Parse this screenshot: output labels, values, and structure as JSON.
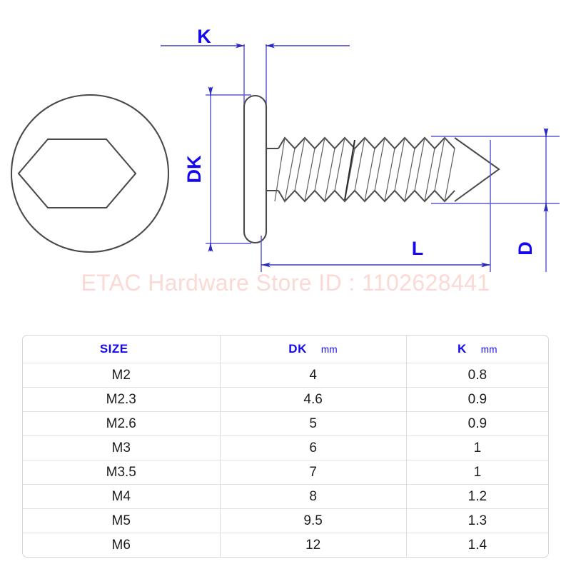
{
  "drawing": {
    "title_watermark": "ETAC Hardware Store ID : 1102628441",
    "dimension_labels": {
      "k": "K",
      "dk": "DK",
      "l": "L",
      "d": "D"
    },
    "colors": {
      "dimension_blue": "#3333cc",
      "label_blue": "#1408f0",
      "outline_gray": "#4a4a4a",
      "watermark_pink": "#fbd9d4",
      "table_border": "#d7d7d7"
    },
    "views": {
      "top_view": "hex-socket-round-head",
      "side_view": "pan-head-self-tapping-screw"
    }
  },
  "table": {
    "columns": [
      {
        "label": "SIZE",
        "unit": ""
      },
      {
        "label": "DK",
        "unit": "mm"
      },
      {
        "label": "K",
        "unit": "mm"
      }
    ],
    "rows": [
      {
        "size": "M2",
        "dk": "4",
        "k": "0.8"
      },
      {
        "size": "M2.3",
        "dk": "4.6",
        "k": "0.9"
      },
      {
        "size": "M2.6",
        "dk": "5",
        "k": "0.9"
      },
      {
        "size": "M3",
        "dk": "6",
        "k": "1"
      },
      {
        "size": "M3.5",
        "dk": "7",
        "k": "1"
      },
      {
        "size": "M4",
        "dk": "8",
        "k": "1.2"
      },
      {
        "size": "M5",
        "dk": "9.5",
        "k": "1.3"
      },
      {
        "size": "M6",
        "dk": "12",
        "k": "1.4"
      }
    ]
  }
}
